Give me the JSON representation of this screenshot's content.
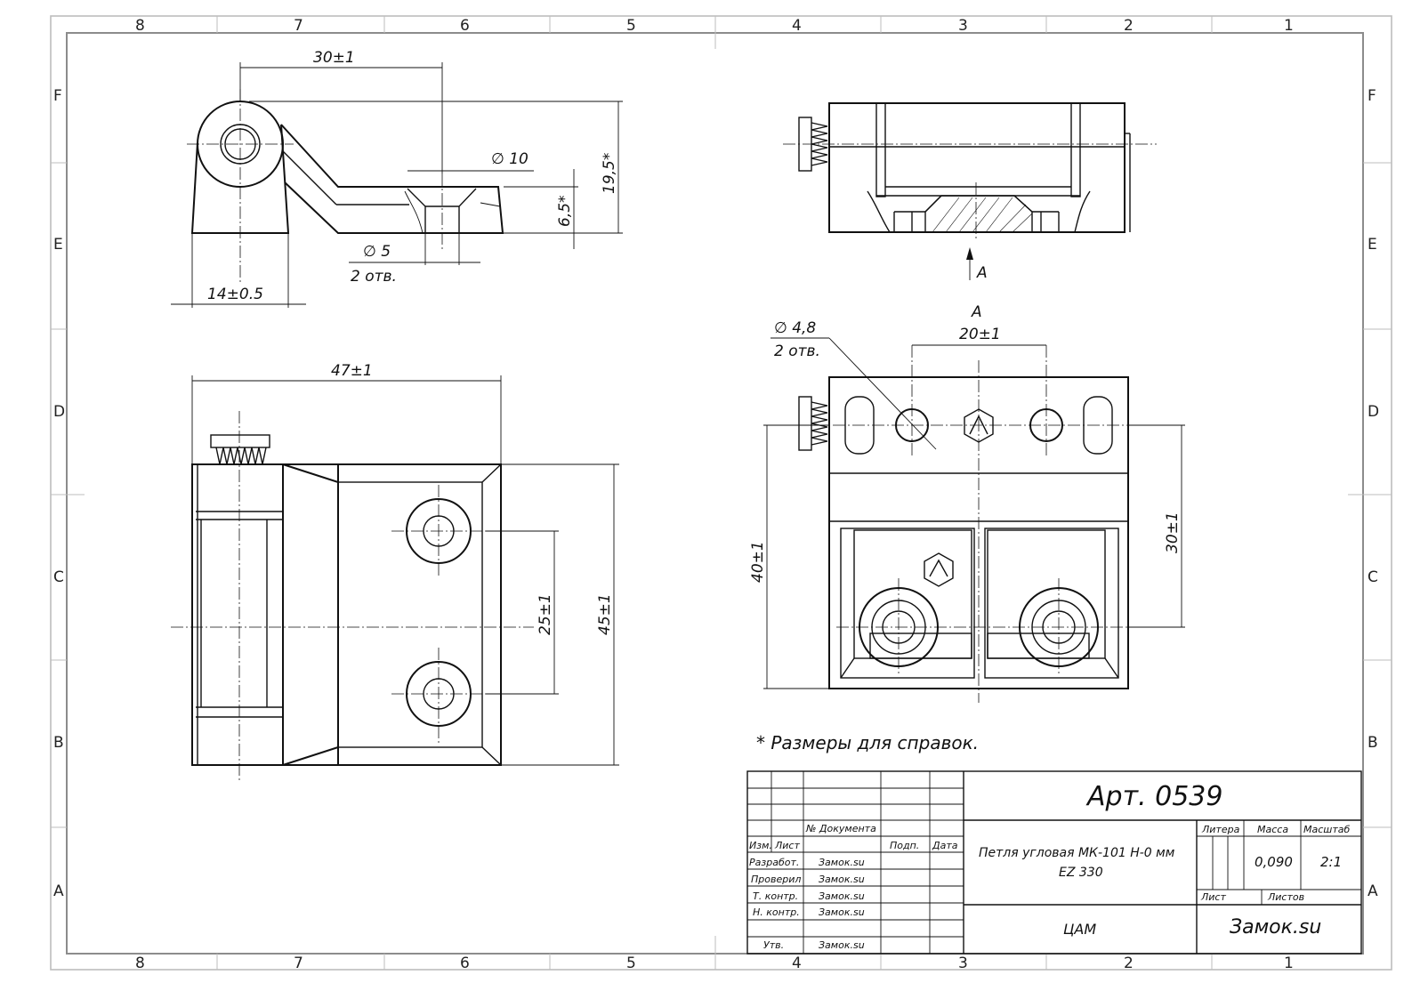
{
  "zones": {
    "columns": [
      "8",
      "7",
      "6",
      "5",
      "4",
      "3",
      "2",
      "1"
    ],
    "rows": [
      "F",
      "E",
      "D",
      "C",
      "B",
      "A"
    ]
  },
  "dimensions": {
    "side_view": {
      "d30": "30±1",
      "d10": "∅ 10",
      "d195": "19,5*",
      "d65": "6,5*",
      "d5": "∅ 5",
      "holes": "2 отв.",
      "d14": "14±0.5"
    },
    "top_view": {
      "d47": "47±1",
      "d25": "25±1",
      "d45": "45±1"
    },
    "front_view": {
      "arrow": "A"
    },
    "view_a": {
      "title": "A",
      "d48": "∅ 4,8",
      "holes": "2 отв.",
      "d20": "20±1",
      "d40": "40±1",
      "d30": "30±1"
    }
  },
  "note": "* Размеры для справок.",
  "title_block": {
    "article": "Арт. 0539",
    "name_line1": "Петля угловая МК-101 Н-0 мм",
    "name_line2": "EZ 330",
    "material": "ЦАМ",
    "company": "Замок.su",
    "headers": {
      "litera": "Литера",
      "massa": "Масса",
      "masshtab": "Масштаб",
      "list": "Лист",
      "listov": "Листов",
      "doc_no": "№ Документа",
      "izm": "Изм.",
      "list_col": "Лист",
      "podp": "Подп.",
      "data": "Дата"
    },
    "mass": "0,090",
    "scale": "2:1",
    "roles": [
      {
        "role": "Разработ.",
        "name": "Замок.su"
      },
      {
        "role": "Проверил",
        "name": "Замок.su"
      },
      {
        "role": "Т. контр.",
        "name": "Замок.su"
      },
      {
        "role": "Н. контр.",
        "name": "Замок.su"
      },
      {
        "role": "Утв.",
        "name": "Замок.su"
      }
    ]
  }
}
